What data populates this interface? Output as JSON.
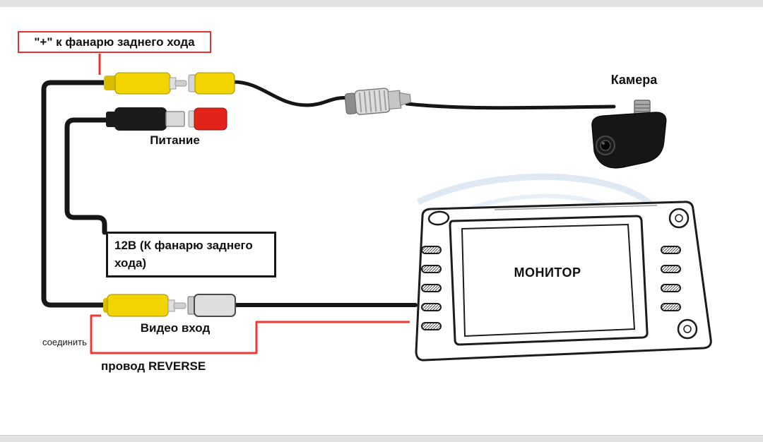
{
  "labels": {
    "reverse_light_plus": "\"+\" к фанарю заднего хода",
    "power": "Питание",
    "camera": "Камера",
    "twelve_volt_box": "12В (К фанарю заднего хода)",
    "video_input": "Видео вход",
    "connect_hint": "соединить",
    "reverse_wire": "провод REVERSE",
    "monitor": "МОНИТОР"
  },
  "colors": {
    "wire_black": "#161616",
    "wire_red": "#ee3a32",
    "rca_yellow": "#f2d400",
    "rca_red": "#e2231a",
    "connector_silver": "#d6d6d6",
    "callout_border_red": "#e43131",
    "callout_border_black": "#161616",
    "watermark_blue": "#dbe7f3",
    "edge_strip_gray": "#e2e2e2"
  }
}
